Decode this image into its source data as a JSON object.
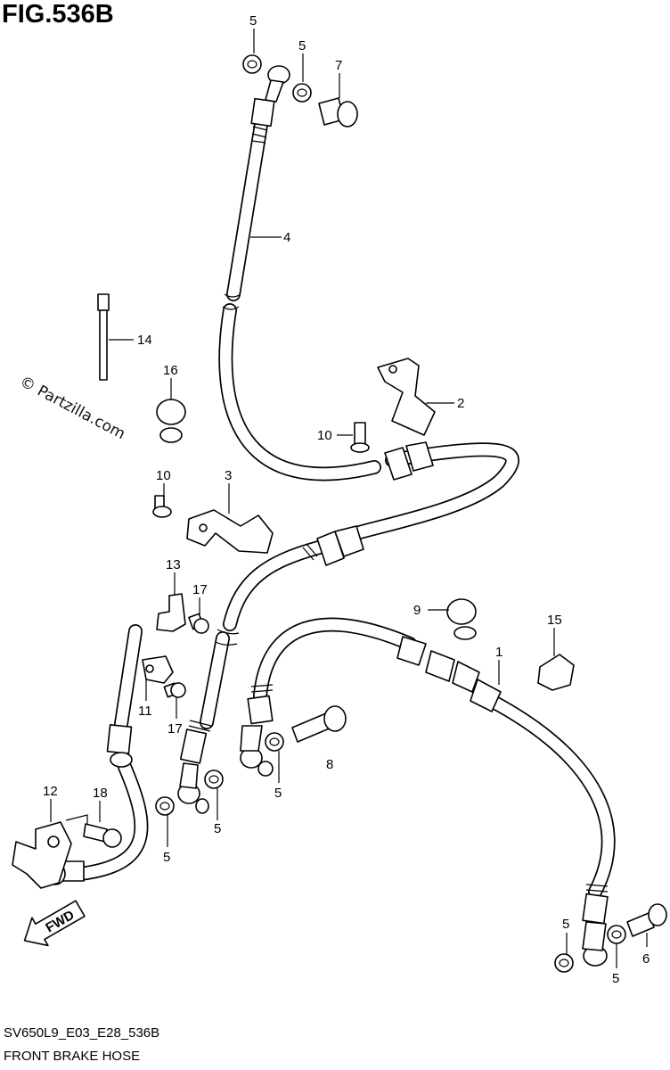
{
  "figure": {
    "title": "FIG.536B",
    "code": "SV650L9_E03_E28_536B",
    "name": "FRONT BRAKE HOSE",
    "watermark": "© Partzilla.com"
  },
  "fwd_arrow": {
    "label": "FWD"
  },
  "callouts": [
    {
      "id": "c5a",
      "number": "5"
    },
    {
      "id": "c5b",
      "number": "5"
    },
    {
      "id": "c7",
      "number": "7"
    },
    {
      "id": "c4",
      "number": "4"
    },
    {
      "id": "c14",
      "number": "14"
    },
    {
      "id": "c16",
      "number": "16"
    },
    {
      "id": "c2",
      "number": "2"
    },
    {
      "id": "c10a",
      "number": "10"
    },
    {
      "id": "c10b",
      "number": "10"
    },
    {
      "id": "c3",
      "number": "3"
    },
    {
      "id": "c13",
      "number": "13"
    },
    {
      "id": "c17a",
      "number": "17"
    },
    {
      "id": "c9",
      "number": "9"
    },
    {
      "id": "c15",
      "number": "15"
    },
    {
      "id": "c1",
      "number": "1"
    },
    {
      "id": "c11",
      "number": "11"
    },
    {
      "id": "c17b",
      "number": "17"
    },
    {
      "id": "c8",
      "number": "8"
    },
    {
      "id": "c5c",
      "number": "5"
    },
    {
      "id": "c12",
      "number": "12"
    },
    {
      "id": "c18",
      "number": "18"
    },
    {
      "id": "c5d",
      "number": "5"
    },
    {
      "id": "c5e",
      "number": "5"
    },
    {
      "id": "c5f",
      "number": "5"
    },
    {
      "id": "c5g",
      "number": "5"
    },
    {
      "id": "c6",
      "number": "6"
    }
  ]
}
